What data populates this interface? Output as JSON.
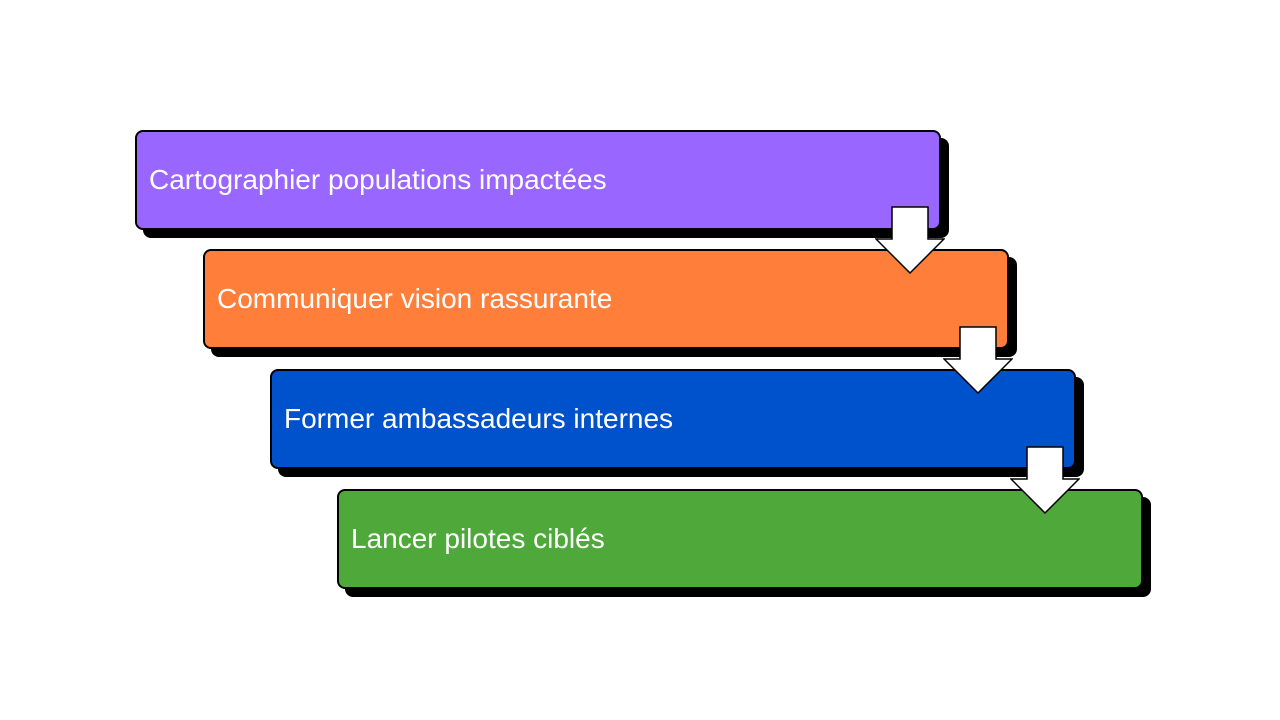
{
  "diagram": {
    "steps": [
      {
        "label": "Cartographier populations impactées",
        "color": "#9966FF"
      },
      {
        "label": "Communiquer vision rassurante",
        "color": "#FF7F3A"
      },
      {
        "label": "Former ambassadeurs internes",
        "color": "#0052CC"
      },
      {
        "label": "Lancer pilotes ciblés",
        "color": "#4FA83A"
      }
    ],
    "arrow_color": "#ffffff",
    "outline_color": "#000000"
  }
}
